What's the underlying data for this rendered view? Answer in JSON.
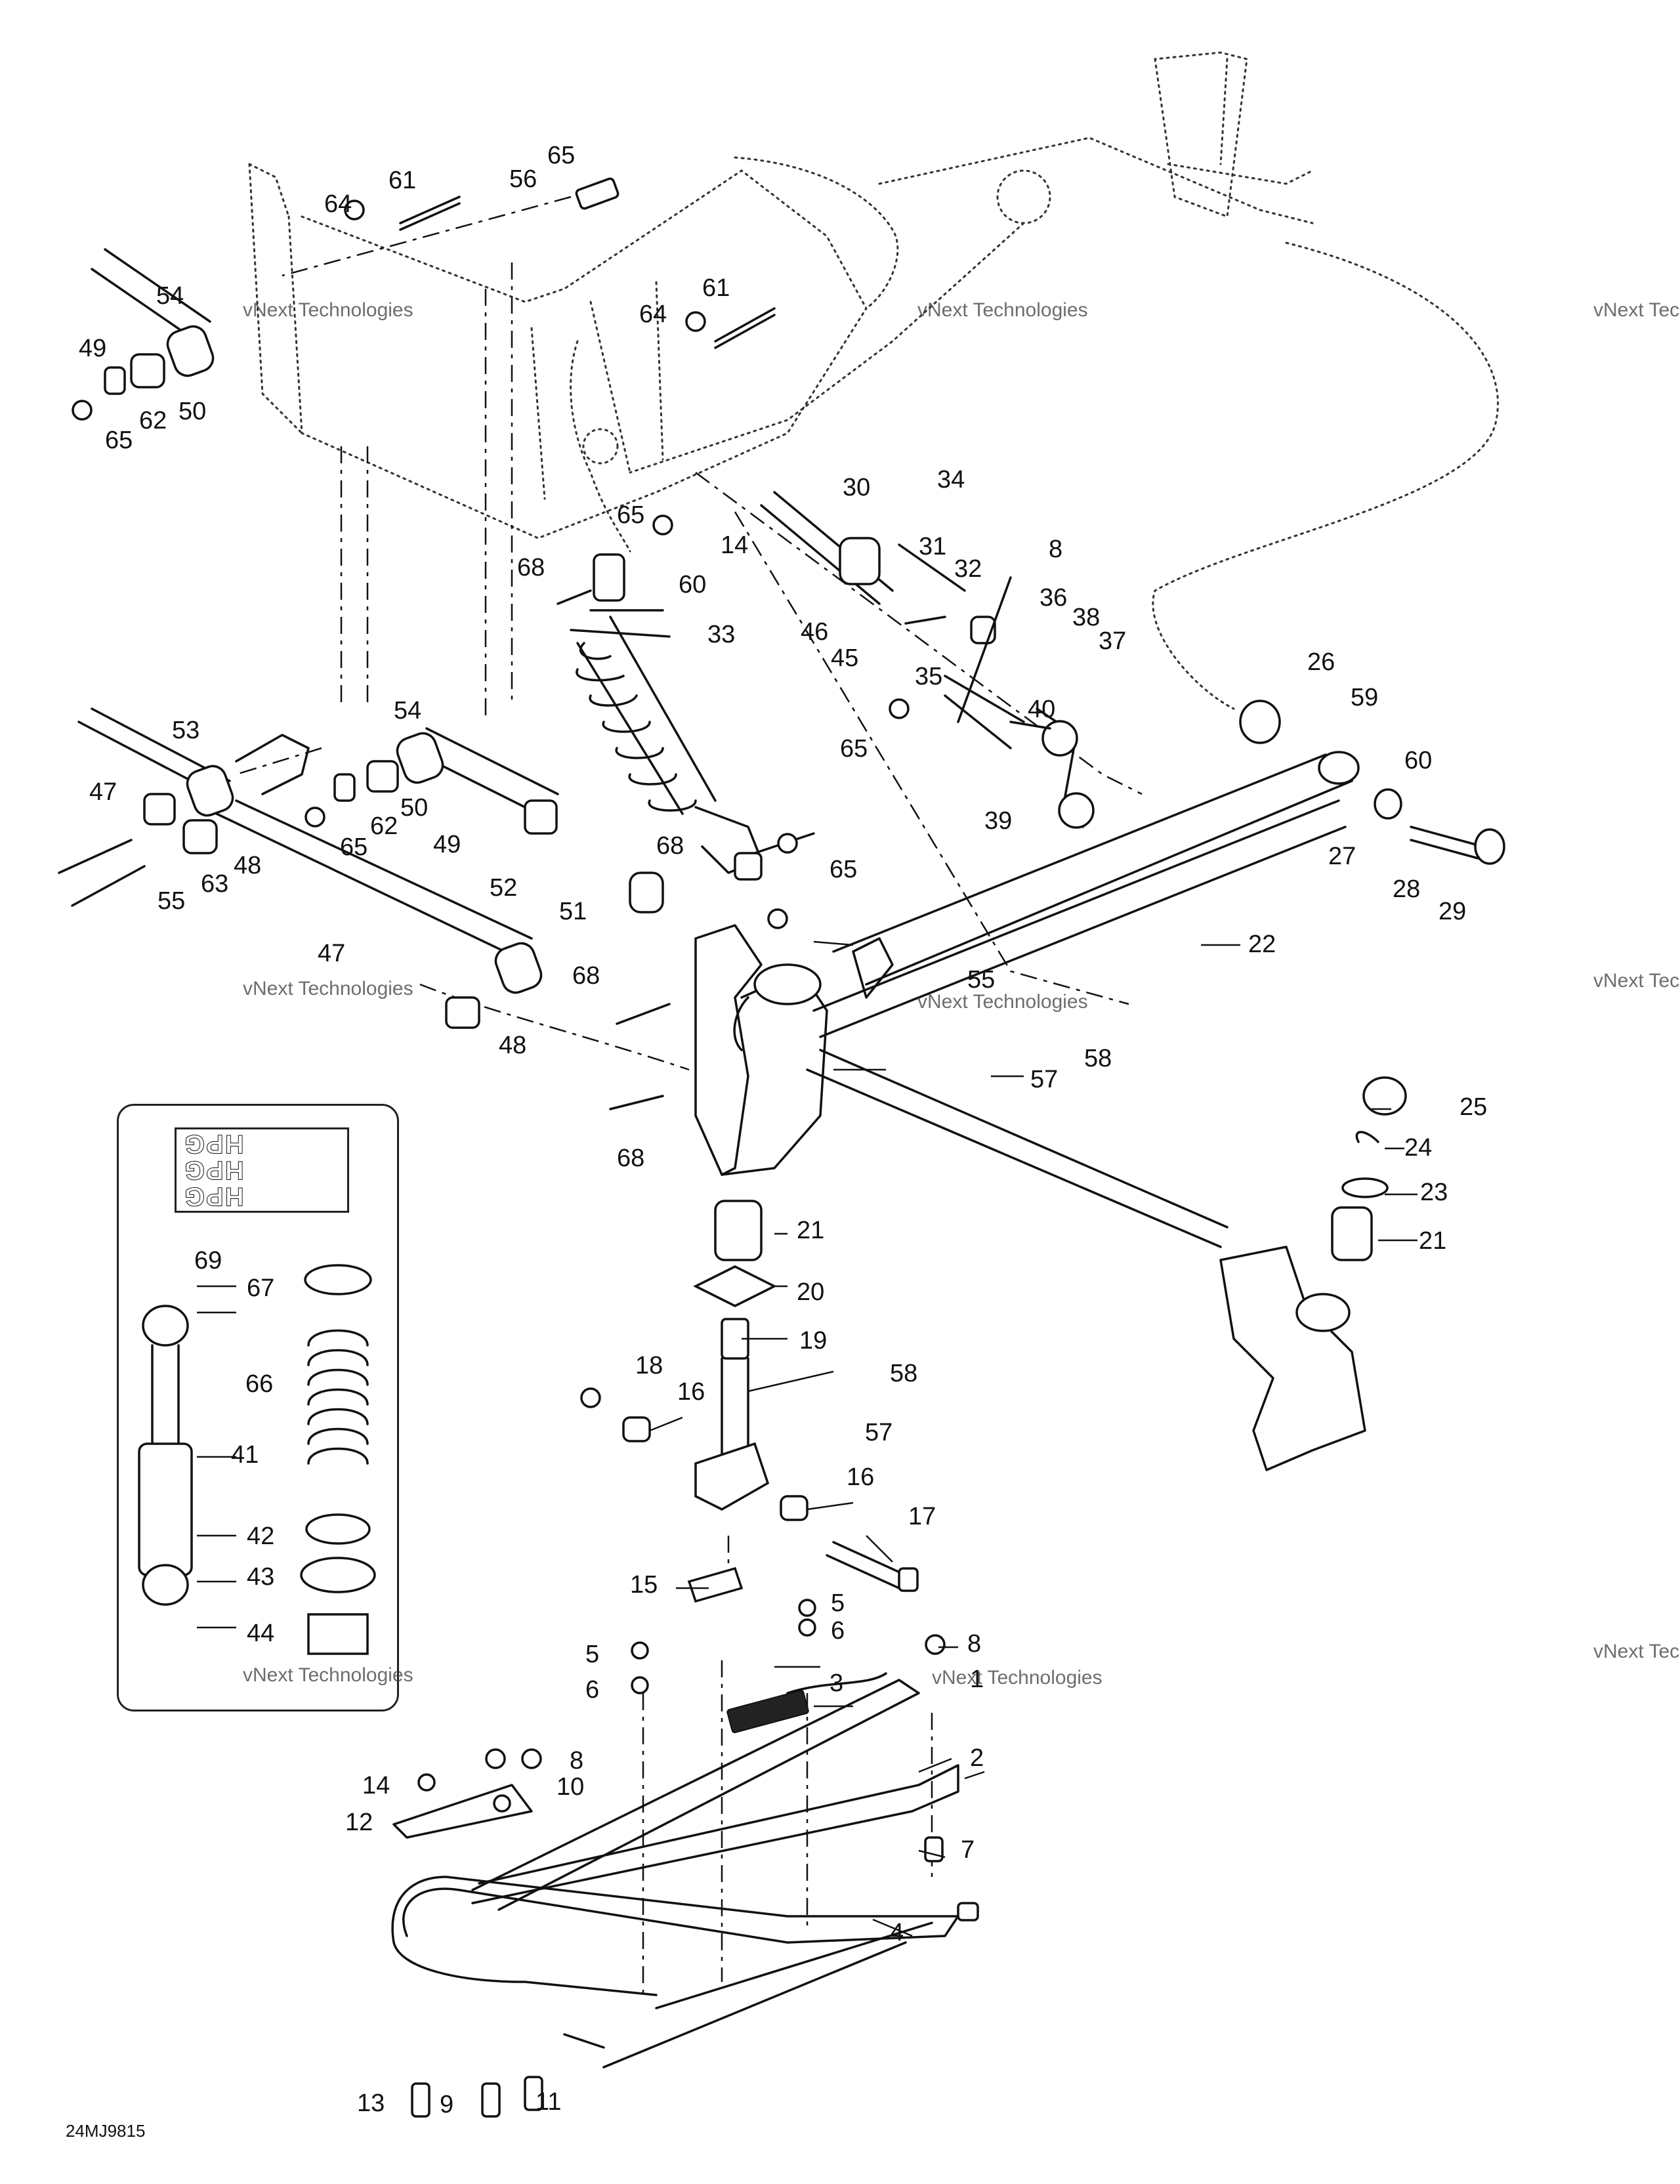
{
  "diagram": {
    "figure_code": "24MJ9815",
    "decal_text": [
      "HPG",
      "HPG",
      "HPG"
    ],
    "watermark": {
      "line1": "vNext Technologies",
      "line2": "vNext Technologies"
    },
    "callouts": [
      {
        "id": "c1",
        "label": "1"
      },
      {
        "id": "c2",
        "label": "2"
      },
      {
        "id": "c3",
        "label": "3"
      },
      {
        "id": "c4",
        "label": "4"
      },
      {
        "id": "c5a",
        "label": "5"
      },
      {
        "id": "c5b",
        "label": "5"
      },
      {
        "id": "c6a",
        "label": "6"
      },
      {
        "id": "c6b",
        "label": "6"
      },
      {
        "id": "c7",
        "label": "7"
      },
      {
        "id": "c8a",
        "label": "8"
      },
      {
        "id": "c8b",
        "label": "8"
      },
      {
        "id": "c8c",
        "label": "8"
      },
      {
        "id": "c9",
        "label": "9"
      },
      {
        "id": "c10",
        "label": "10"
      },
      {
        "id": "c11",
        "label": "11"
      },
      {
        "id": "c12",
        "label": "12"
      },
      {
        "id": "c13",
        "label": "13"
      },
      {
        "id": "c14a",
        "label": "14"
      },
      {
        "id": "c14b",
        "label": "14"
      },
      {
        "id": "c15",
        "label": "15"
      },
      {
        "id": "c16a",
        "label": "16"
      },
      {
        "id": "c16b",
        "label": "16"
      },
      {
        "id": "c17",
        "label": "17"
      },
      {
        "id": "c18",
        "label": "18"
      },
      {
        "id": "c19",
        "label": "19"
      },
      {
        "id": "c20",
        "label": "20"
      },
      {
        "id": "c21a",
        "label": "21"
      },
      {
        "id": "c21b",
        "label": "21"
      },
      {
        "id": "c22",
        "label": "22"
      },
      {
        "id": "c23",
        "label": "23"
      },
      {
        "id": "c24",
        "label": "24"
      },
      {
        "id": "c25",
        "label": "25"
      },
      {
        "id": "c26",
        "label": "26"
      },
      {
        "id": "c27",
        "label": "27"
      },
      {
        "id": "c28",
        "label": "28"
      },
      {
        "id": "c29",
        "label": "29"
      },
      {
        "id": "c30",
        "label": "30"
      },
      {
        "id": "c31",
        "label": "31"
      },
      {
        "id": "c32",
        "label": "32"
      },
      {
        "id": "c33",
        "label": "33"
      },
      {
        "id": "c34",
        "label": "34"
      },
      {
        "id": "c35",
        "label": "35"
      },
      {
        "id": "c36",
        "label": "36"
      },
      {
        "id": "c37",
        "label": "37"
      },
      {
        "id": "c38",
        "label": "38"
      },
      {
        "id": "c39",
        "label": "39"
      },
      {
        "id": "c40",
        "label": "40"
      },
      {
        "id": "c41",
        "label": "41"
      },
      {
        "id": "c42",
        "label": "42"
      },
      {
        "id": "c43",
        "label": "43"
      },
      {
        "id": "c44",
        "label": "44"
      },
      {
        "id": "c45",
        "label": "45"
      },
      {
        "id": "c46",
        "label": "46"
      },
      {
        "id": "c47a",
        "label": "47"
      },
      {
        "id": "c47b",
        "label": "47"
      },
      {
        "id": "c48a",
        "label": "48"
      },
      {
        "id": "c48b",
        "label": "48"
      },
      {
        "id": "c49a",
        "label": "49"
      },
      {
        "id": "c49b",
        "label": "49"
      },
      {
        "id": "c50a",
        "label": "50"
      },
      {
        "id": "c50b",
        "label": "50"
      },
      {
        "id": "c51",
        "label": "51"
      },
      {
        "id": "c52",
        "label": "52"
      },
      {
        "id": "c53",
        "label": "53"
      },
      {
        "id": "c54a",
        "label": "54"
      },
      {
        "id": "c54b",
        "label": "54"
      },
      {
        "id": "c55a",
        "label": "55"
      },
      {
        "id": "c55b",
        "label": "55"
      },
      {
        "id": "c56",
        "label": "56"
      },
      {
        "id": "c57a",
        "label": "57"
      },
      {
        "id": "c57b",
        "label": "57"
      },
      {
        "id": "c58a",
        "label": "58"
      },
      {
        "id": "c58b",
        "label": "58"
      },
      {
        "id": "c59",
        "label": "59"
      },
      {
        "id": "c60a",
        "label": "60"
      },
      {
        "id": "c60b",
        "label": "60"
      },
      {
        "id": "c61a",
        "label": "61"
      },
      {
        "id": "c61b",
        "label": "61"
      },
      {
        "id": "c62a",
        "label": "62"
      },
      {
        "id": "c62b",
        "label": "62"
      },
      {
        "id": "c63",
        "label": "63"
      },
      {
        "id": "c64a",
        "label": "64"
      },
      {
        "id": "c64b",
        "label": "64"
      },
      {
        "id": "c65a",
        "label": "65"
      },
      {
        "id": "c65b",
        "label": "65"
      },
      {
        "id": "c65c",
        "label": "65"
      },
      {
        "id": "c65d",
        "label": "65"
      },
      {
        "id": "c65e",
        "label": "65"
      },
      {
        "id": "c65f",
        "label": "65"
      },
      {
        "id": "c66",
        "label": "66"
      },
      {
        "id": "c67",
        "label": "67"
      },
      {
        "id": "c68a",
        "label": "68"
      },
      {
        "id": "c68b",
        "label": "68"
      },
      {
        "id": "c68c",
        "label": "68"
      },
      {
        "id": "c68d",
        "label": "68"
      },
      {
        "id": "c69",
        "label": "69"
      }
    ]
  }
}
